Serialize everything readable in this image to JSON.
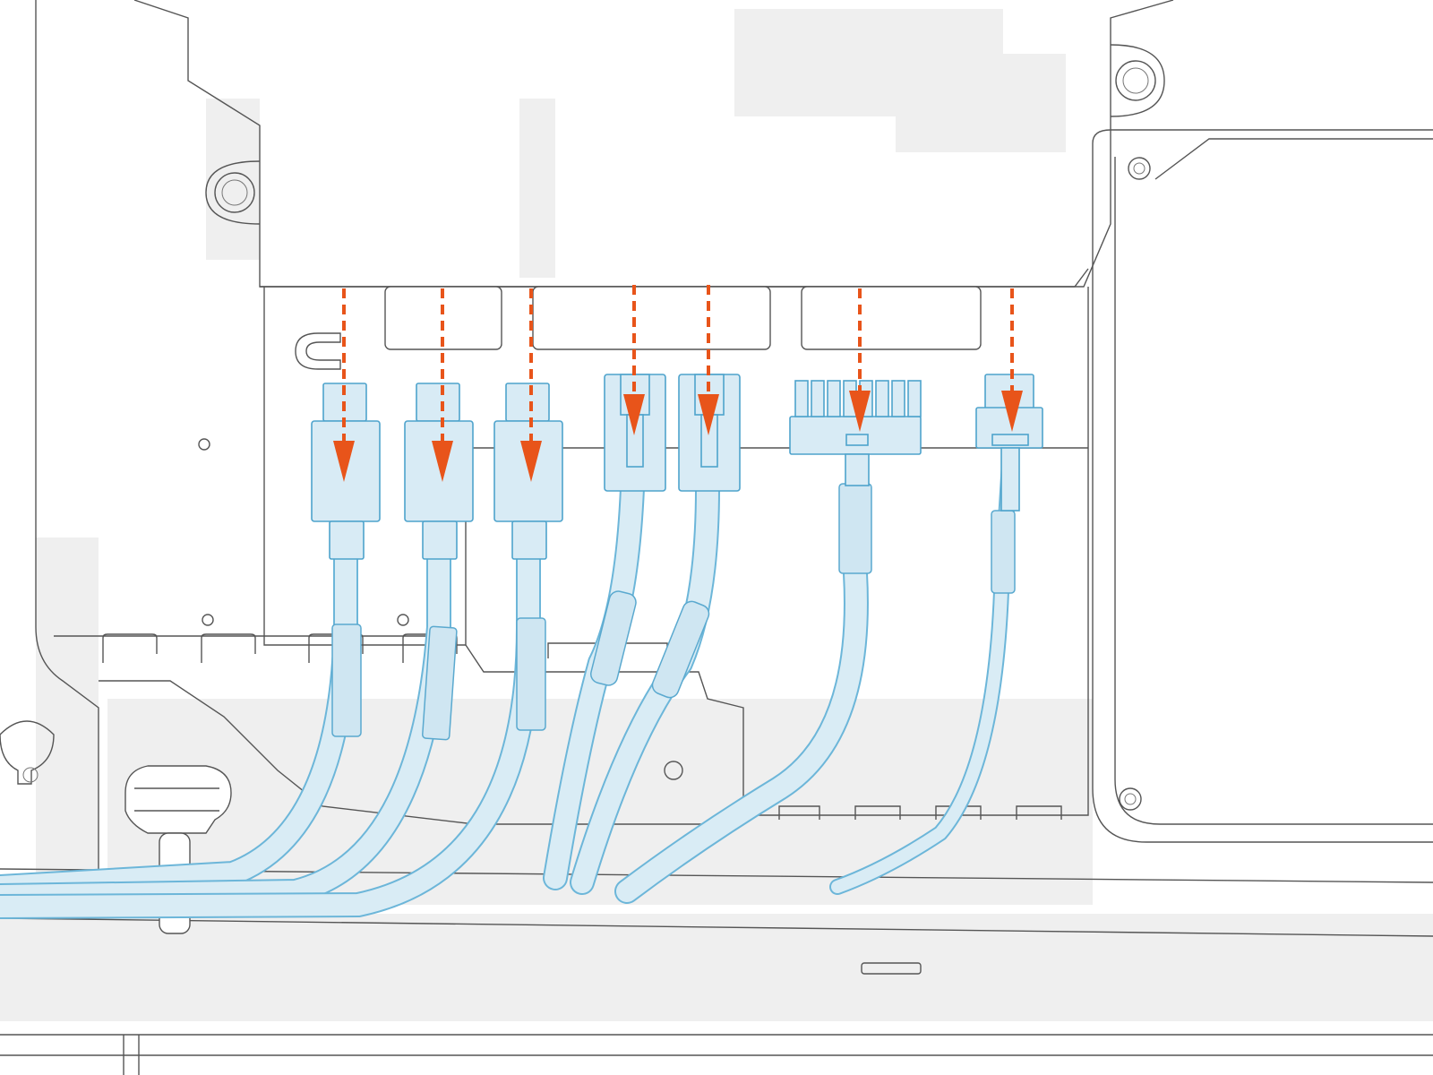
{
  "diagram": {
    "kind": "cable-connection-illustration",
    "accent_color": "#e8541a",
    "cable_color": "#6cb6d9",
    "connectors": [
      {
        "id": "usb-c-1",
        "type": "usb-c"
      },
      {
        "id": "usb-c-2",
        "type": "usb-c"
      },
      {
        "id": "usb-c-3",
        "type": "usb-c"
      },
      {
        "id": "rj-1",
        "type": "latch"
      },
      {
        "id": "rj-2",
        "type": "latch"
      },
      {
        "id": "multi-pin",
        "type": "multi-pin"
      },
      {
        "id": "small-pin",
        "type": "small-latch"
      }
    ]
  }
}
